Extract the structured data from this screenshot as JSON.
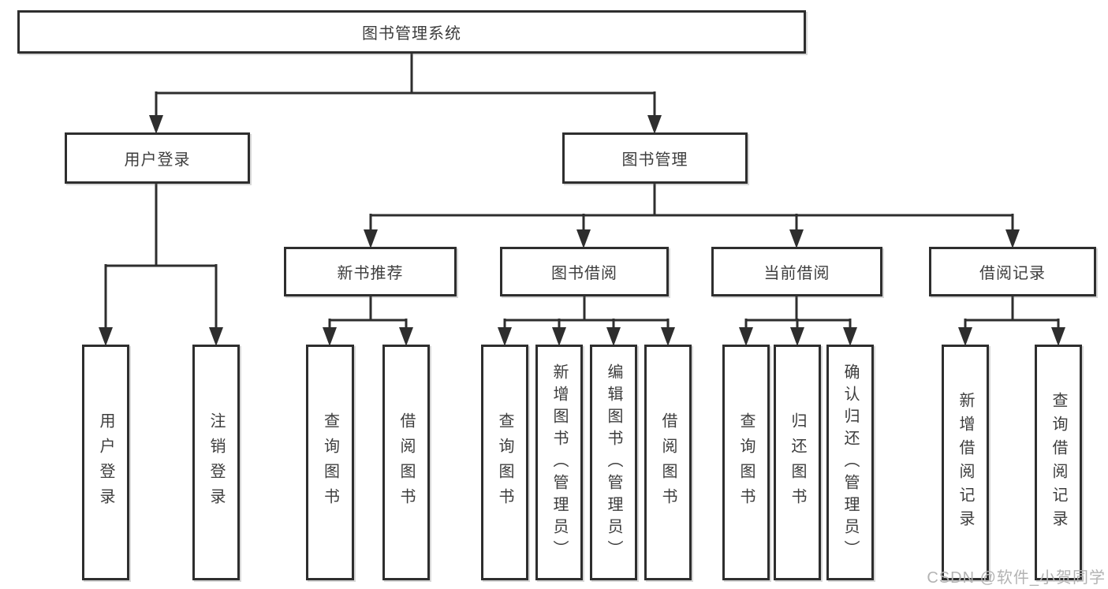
{
  "colors": {
    "line": "#2e2e2e",
    "text": "#3d3d3d",
    "box-fill": "#ffffff",
    "watermark": "#b3b3b3",
    "bg": "#ffffff"
  },
  "nodes": {
    "root": {
      "label": "图书管理系统"
    },
    "user_login": {
      "label": "用户登录"
    },
    "book_mgmt": {
      "label": "图书管理"
    },
    "new_books": {
      "label": "新书推荐"
    },
    "borrowing": {
      "label": "图书借阅"
    },
    "current": {
      "label": "当前借阅"
    },
    "records": {
      "label": "借阅记录"
    },
    "leaf_user_login": {
      "label": "用户登录"
    },
    "leaf_logout": {
      "label": "注销登录"
    },
    "leaf_nb_query": {
      "label": "查询图书"
    },
    "leaf_nb_borrow": {
      "label": "借阅图书"
    },
    "leaf_bw_query": {
      "label": "查询图书"
    },
    "leaf_bw_add": {
      "label": "新增图书（管理员）"
    },
    "leaf_bw_edit": {
      "label": "编辑图书（管理员）"
    },
    "leaf_bw_borrow": {
      "label": "借阅图书"
    },
    "leaf_cur_query": {
      "label": "查询图书"
    },
    "leaf_cur_return": {
      "label": "归还图书"
    },
    "leaf_cur_confirm": {
      "label": "确认归还（管理员）"
    },
    "leaf_rec_add": {
      "label": "新增借阅记录"
    },
    "leaf_rec_query": {
      "label": "查询借阅记录"
    }
  },
  "watermark": {
    "text": "CSDN @软件_小贺同学"
  }
}
